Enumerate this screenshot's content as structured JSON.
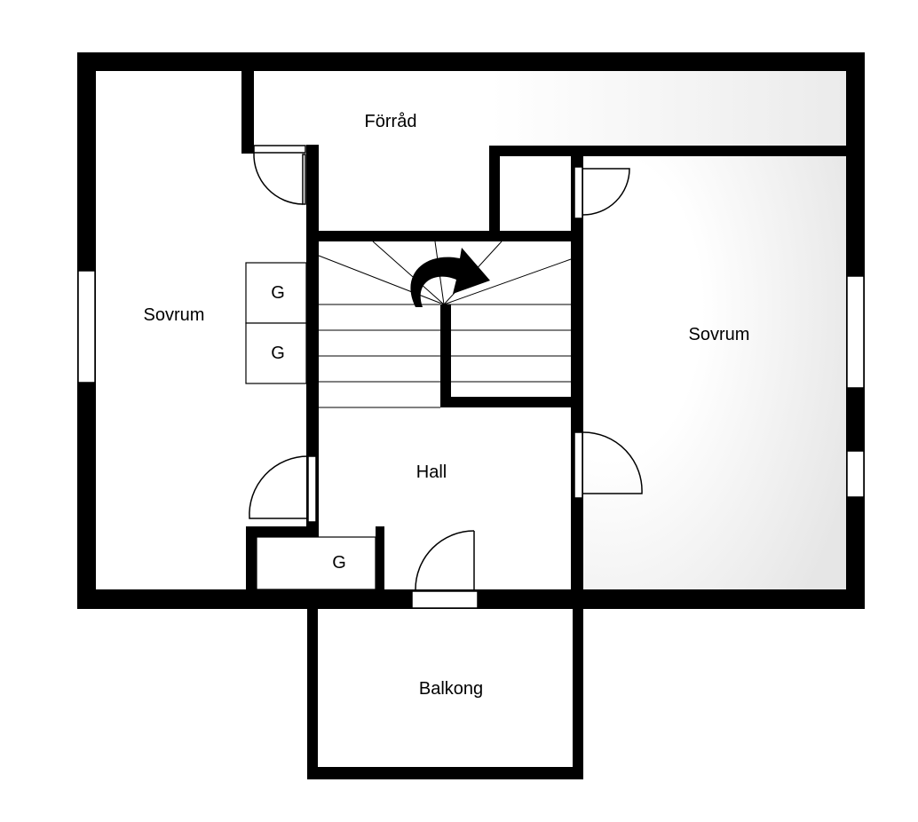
{
  "rooms": {
    "bedroom_left": "Sovrum",
    "bedroom_right": "Sovrum",
    "storage": "Förråd",
    "hall": "Hall",
    "balcony": "Balkong"
  },
  "closets": {
    "upper": "G",
    "middle": "G",
    "lower": "G"
  },
  "colors": {
    "wall": "#000000",
    "background": "#ffffff",
    "room_shade": "#ebebeb"
  }
}
